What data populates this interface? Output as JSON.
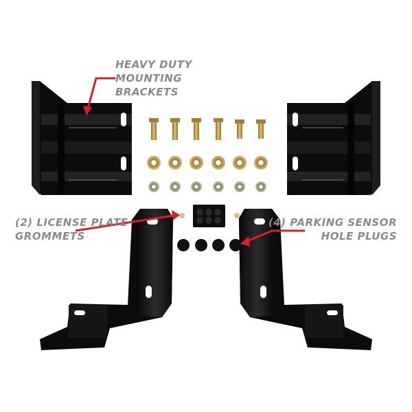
{
  "callouts": {
    "brackets": [
      "HEAVY DUTY",
      "MOUNTING",
      "BRACKETS"
    ],
    "grommets": [
      "(2) LICENSE PLATE",
      "GROMMETS"
    ],
    "plugs": [
      "(4) PARKING SENSOR",
      "HOLE PLUGS"
    ]
  },
  "colors": {
    "callout_text": "#8a8a8a",
    "arrow": "#d3212d",
    "metal": "#111111",
    "hardware_gold": "#c9a24a"
  }
}
